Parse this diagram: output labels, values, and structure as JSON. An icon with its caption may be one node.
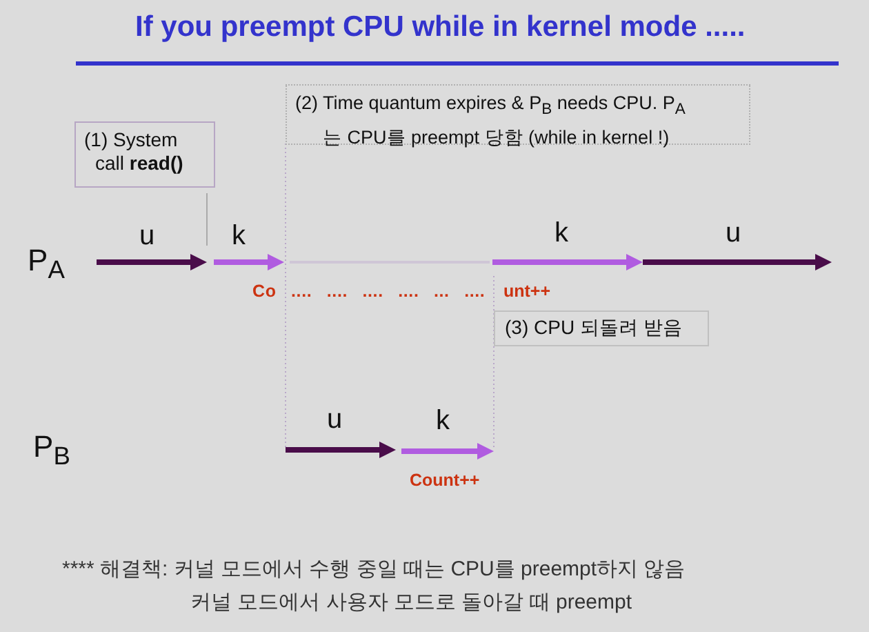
{
  "diagram": {
    "title": "If you preempt CPU while in kernel mode .....",
    "nodes": [
      {
        "text": [
          "(1) System call **read()**"
        ]
      },
      {
        "text": [
          "(2) Time quantum expires & P$_{B}$ needs CPU. P$_{A}$는 CPU를 preempt 당함 (while in kernel !)"
        ]
      },
      {
        "text": [
          "(3) CPU 되돌려 받음"
        ]
      }
    ],
    "labels": [
      "P$_{A}$",
      "u",
      "k",
      "k",
      "u",
      "Co .... .... .... .... ... ....",
      "unt++",
      "P$_{B}$",
      "u",
      "k",
      "Count++",
      "**** 해결책: 커널 모드에서 수행 중일 때는 CPU를 preempt하지 않음",
      "커널 모드에서 사용자 모드로 돌아갈 때 preempt"
    ]
  }
}
